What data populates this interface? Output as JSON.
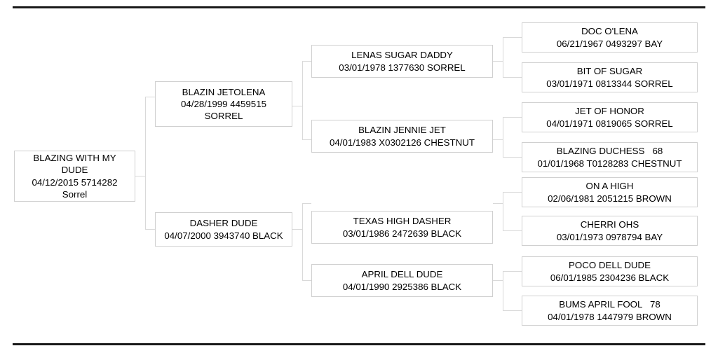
{
  "document": {
    "type": "pedigree-chart",
    "generations": 4,
    "rules": {
      "color": "#1a1a1a"
    },
    "box_border_color": "#d0d0d0",
    "connector_color": "#d9d9d9"
  },
  "nodes": {
    "subject": {
      "name": "BLAZING WITH MY DUDE",
      "line1": "BLAZING WITH MY",
      "line2": "DUDE",
      "line3": "04/12/2015 5714282",
      "line4": "Sorrel",
      "date": "04/12/2015",
      "registration": "5714282",
      "color": "Sorrel"
    },
    "sire": {
      "line1": "BLAZIN JETOLENA",
      "line2": "04/28/1999 4459515",
      "line3": "SORREL",
      "name": "BLAZIN JETOLENA",
      "date": "04/28/1999",
      "registration": "4459515",
      "color": "SORREL"
    },
    "dam": {
      "line1": "DASHER DUDE",
      "line2": "04/07/2000 3943740 BLACK",
      "name": "DASHER DUDE",
      "date": "04/07/2000",
      "registration": "3943740",
      "color": "BLACK"
    },
    "sire_sire": {
      "line1": "LENAS SUGAR DADDY",
      "line2": "03/01/1978 1377630 SORREL",
      "name": "LENAS SUGAR DADDY",
      "date": "03/01/1978",
      "registration": "1377630",
      "color": "SORREL"
    },
    "sire_dam": {
      "line1": "BLAZIN JENNIE JET",
      "line2": "04/01/1983 X0302126 CHESTNUT",
      "name": "BLAZIN JENNIE JET",
      "date": "04/01/1983",
      "registration": "X0302126",
      "color": "CHESTNUT"
    },
    "dam_sire": {
      "line1": "TEXAS HIGH DASHER",
      "line2": "03/01/1986 2472639 BLACK",
      "name": "TEXAS HIGH DASHER",
      "date": "03/01/1986",
      "registration": "2472639",
      "color": "BLACK"
    },
    "dam_dam": {
      "line1": "APRIL DELL DUDE",
      "line2": "04/01/1990 2925386 BLACK",
      "name": "APRIL DELL DUDE",
      "date": "04/01/1990",
      "registration": "2925386",
      "color": "BLACK"
    },
    "ss_sire": {
      "line1": "DOC O'LENA",
      "line2": "06/21/1967 0493297 BAY",
      "name": "DOC O'LENA",
      "date": "06/21/1967",
      "registration": "0493297",
      "color": "BAY"
    },
    "ss_dam": {
      "line1": "BIT OF SUGAR",
      "line2": "03/01/1971 0813344 SORREL",
      "name": "BIT OF SUGAR",
      "date": "03/01/1971",
      "registration": "0813344",
      "color": "SORREL"
    },
    "sd_sire": {
      "line1": "JET OF HONOR",
      "line2": "04/01/1971 0819065 SORREL",
      "name": "JET OF HONOR",
      "date": "04/01/1971",
      "registration": "0819065",
      "color": "SORREL"
    },
    "sd_dam": {
      "line1": "BLAZING DUCHESS   68",
      "line2": "01/01/1968 T0128283 CHESTNUT",
      "name": "BLAZING DUCHESS   68",
      "date": "01/01/1968",
      "registration": "T0128283",
      "color": "CHESTNUT"
    },
    "ds_sire": {
      "line1": "ON A HIGH",
      "line2": "02/06/1981 2051215 BROWN",
      "name": "ON A HIGH",
      "date": "02/06/1981",
      "registration": "2051215",
      "color": "BROWN"
    },
    "ds_dam": {
      "line1": "CHERRI OHS",
      "line2": "03/01/1973 0978794 BAY",
      "name": "CHERRI OHS",
      "date": "03/01/1973",
      "registration": "0978794",
      "color": "BAY"
    },
    "dd_sire": {
      "line1": "POCO DELL DUDE",
      "line2": "06/01/1985 2304236 BLACK",
      "name": "POCO DELL DUDE",
      "date": "06/01/1985",
      "registration": "2304236",
      "color": "BLACK"
    },
    "dd_dam": {
      "line1": "BUMS APRIL FOOL   78",
      "line2": "04/01/1978 1447979 BROWN",
      "name": "BUMS APRIL FOOL   78",
      "date": "04/01/1978",
      "registration": "1447979",
      "color": "BROWN"
    }
  }
}
